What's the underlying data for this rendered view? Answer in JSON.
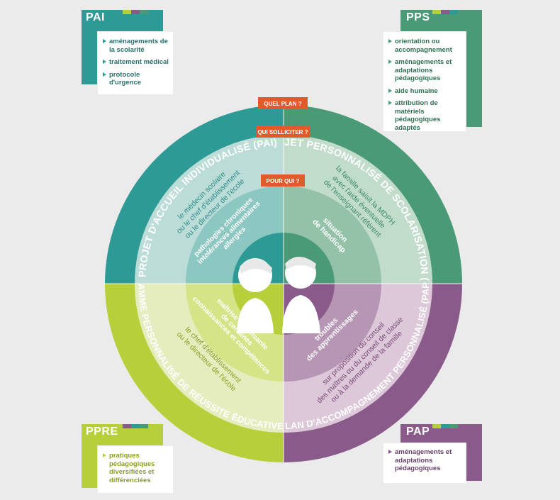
{
  "colors": {
    "teal": "#2e9a96",
    "green": "#4a9a78",
    "lime": "#b7cf3a",
    "purple": "#8a5a8a",
    "orange": "#e05a2b",
    "background": "#ebebeb"
  },
  "labels": {
    "quel_plan": "QUEL PLAN ?",
    "qui_solliciter": "QUI SOLLICITER ?",
    "pour_qui": "POUR QUI ?"
  },
  "quadrants": {
    "pai": {
      "plan": "PROJET D'ACCUEIL INDIVIDUALISÉ (PAI)",
      "solliciter": [
        "le médecin scolaire",
        "ou le chef d'établissement",
        "ou le directeur de l'école"
      ],
      "pour_qui": [
        "pathologies chroniques",
        "intolérances alimentaires",
        "allergies"
      ]
    },
    "pps": {
      "plan": "PROJET PERSONNALISÉ DE SCOLARISATION (PPS)",
      "solliciter": [
        "la famille saisit la MDPH",
        "avec l'aide éventuelle",
        "de l'enseignant référent"
      ],
      "pour_qui": [
        "situation",
        "de handicap"
      ]
    },
    "ppre": {
      "plan": "PROGRAMME PERSONNALISÉ DE RÉUSSITE ÉDUCATIVE (PPRE)",
      "solliciter": [
        "le chef d'établissement",
        "ou le directeur de l'école"
      ],
      "pour_qui": [
        "maîtrise insuffisante",
        "de certaines",
        "connaissances et compétences"
      ]
    },
    "pap": {
      "plan": "PLAN D'ACCOMPAGNEMENT PERSONNALISÉ (PAP)",
      "solliciter": [
        "sur proposition du conseil",
        "des maîtres ou du conseil de classe",
        "ou à la demande de la famille"
      ],
      "pour_qui": [
        "troubles",
        "des apprentissages"
      ]
    }
  },
  "cards": {
    "pai": {
      "title": "PAI",
      "items": [
        "aménagements de la scolarité",
        "traitement médical",
        "protocole d'urgence"
      ]
    },
    "pps": {
      "title": "PPS",
      "items": [
        "orientation ou accompagnement",
        "aménagements et adaptations pédagogiques",
        "aide humaine",
        "attribution de matériels pédagogiques adaptés"
      ]
    },
    "ppre": {
      "title": "PPRE",
      "items": [
        "pratiques pédagogiques diversifiées et différenciées"
      ]
    },
    "pap": {
      "title": "PAP",
      "items": [
        "aménagements et adaptations pédagogiques"
      ]
    }
  },
  "icons": [
    "girl-icon",
    "boy-icon"
  ]
}
